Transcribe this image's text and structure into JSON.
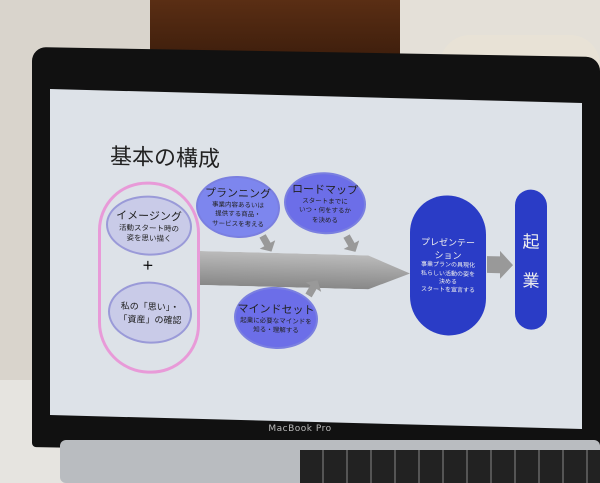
{
  "slide": {
    "title": "基本の構成",
    "imaging": {
      "heading": "イメージング",
      "lines": [
        "活動スタート時の",
        "姿を思い描く"
      ]
    },
    "plus": "+",
    "confirm": {
      "lines": [
        "私の「思い」・",
        "「資産」の確認"
      ]
    },
    "planning": {
      "heading": "プランニング",
      "lines": [
        "事業内容あるいは",
        "提供する商品・",
        "サービスを考える"
      ]
    },
    "roadmap": {
      "heading": "ロードマップ",
      "lines": [
        "スタートまでに",
        "いつ・何をするか",
        "を決める"
      ]
    },
    "mindset": {
      "heading": "マインドセット",
      "lines": [
        "起業に必要なマインドを",
        "知る・理解する"
      ]
    },
    "presentation": {
      "heading_lines": [
        "プレゼンテー",
        "ション"
      ],
      "lines": [
        "事業プランの具現化",
        "私らしい活動の姿を",
        "決める",
        "スタートを宣言する"
      ]
    },
    "goal": [
      "起",
      "業"
    ]
  },
  "laptop": {
    "brand": "MacBook Pro"
  }
}
